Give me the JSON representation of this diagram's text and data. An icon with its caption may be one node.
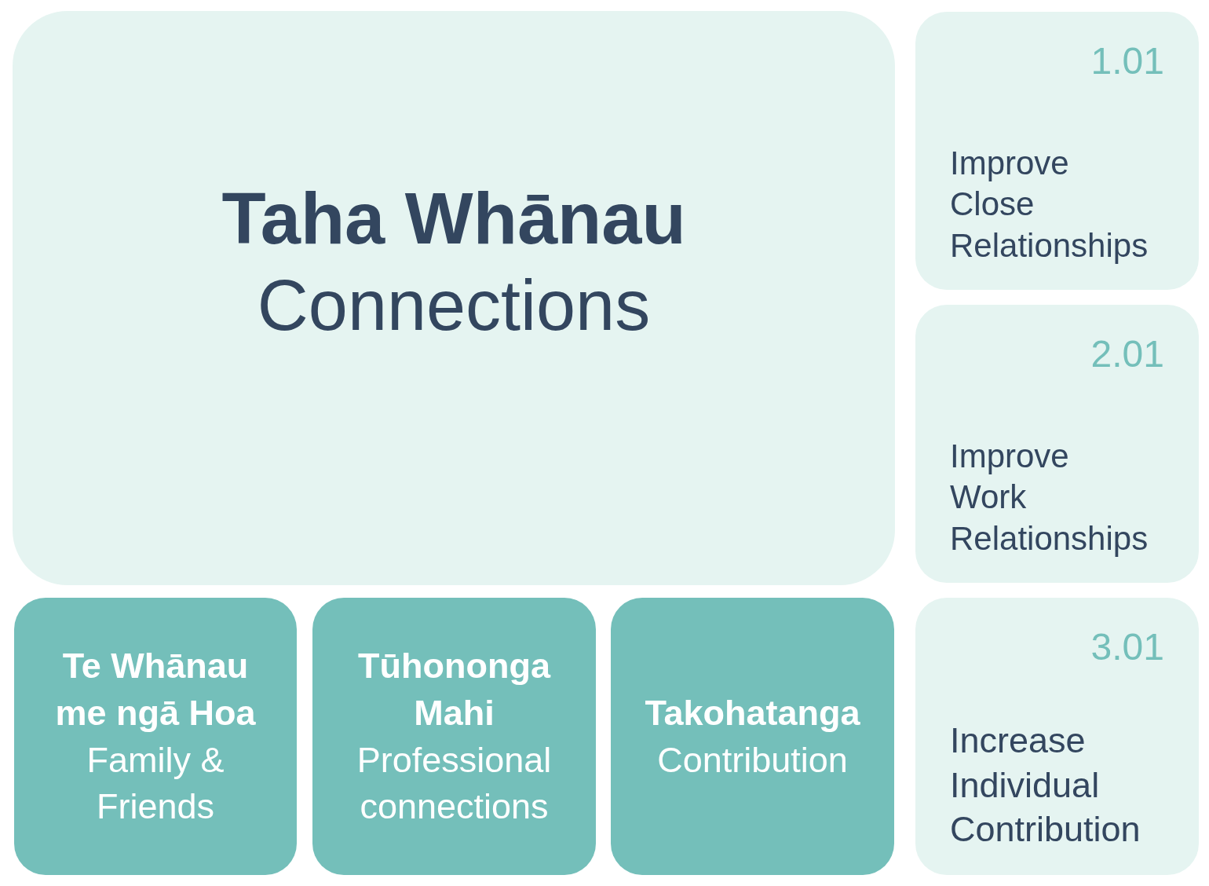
{
  "diagram": {
    "nodes": [
      {
        "text": [
          "Taha Whānau",
          "Connections"
        ]
      },
      {
        "text": [
          "1.01",
          "Improve Close Relationships"
        ]
      },
      {
        "text": [
          "2.01",
          "Improve Work Relationships"
        ]
      },
      {
        "text": [
          "Te Whānau me ngā Hoa",
          "Family & Friends"
        ]
      },
      {
        "text": [
          "Tūhononga Mahi",
          "Professional connections"
        ]
      },
      {
        "text": [
          "Takohatanga",
          "Contribution"
        ]
      },
      {
        "text": [
          "3.01",
          "Increase Individual Contribution"
        ]
      }
    ]
  }
}
